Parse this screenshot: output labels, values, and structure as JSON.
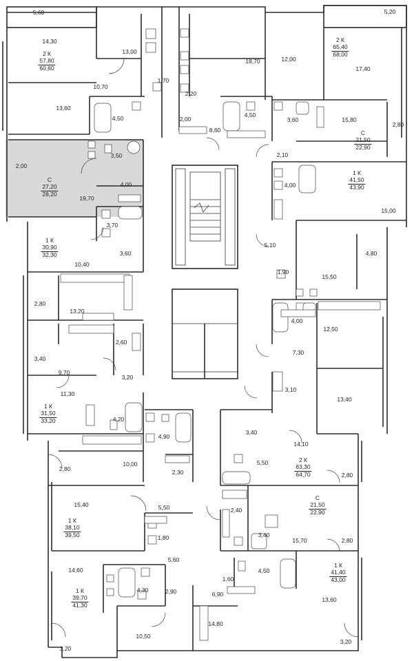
{
  "rooms": [
    {
      "id": "r1",
      "label": "5,60"
    },
    {
      "id": "r2",
      "label": "14,30"
    },
    {
      "id": "r3",
      "label": "13,00"
    },
    {
      "id": "r4",
      "label": "18,70"
    },
    {
      "id": "r5",
      "label": "12,00"
    },
    {
      "id": "r6",
      "label": "5,20"
    },
    {
      "id": "r7",
      "label": "17,40"
    },
    {
      "id": "r8",
      "label": "10,70"
    },
    {
      "id": "r9",
      "label": "1,70"
    },
    {
      "id": "r10",
      "label": "2,20"
    },
    {
      "id": "r11",
      "label": "13,60"
    },
    {
      "id": "r12",
      "label": "4,50"
    },
    {
      "id": "r13",
      "label": "2,00"
    },
    {
      "id": "r14",
      "label": "8,60"
    },
    {
      "id": "r15",
      "label": "4,50"
    },
    {
      "id": "r16",
      "label": "3,60"
    },
    {
      "id": "r17",
      "label": "15,80"
    },
    {
      "id": "r18",
      "label": "2,80"
    },
    {
      "id": "r19",
      "label": "2,10"
    },
    {
      "id": "r20",
      "label": "2,00"
    },
    {
      "id": "r21",
      "label": "3,50"
    },
    {
      "id": "r22",
      "label": "4,00"
    },
    {
      "id": "r23",
      "label": "19,70"
    },
    {
      "id": "r24",
      "label": "4,00"
    },
    {
      "id": "r25",
      "label": "15,00"
    },
    {
      "id": "r26",
      "label": "3,70"
    },
    {
      "id": "r27",
      "label": "3,60"
    },
    {
      "id": "r28",
      "label": "10,40"
    },
    {
      "id": "r29",
      "label": "5,10"
    },
    {
      "id": "r30",
      "label": "4,80"
    },
    {
      "id": "r31",
      "label": "1,90"
    },
    {
      "id": "r32",
      "label": "15,50"
    },
    {
      "id": "r33",
      "label": "2,80"
    },
    {
      "id": "r34",
      "label": "13,20"
    },
    {
      "id": "r35",
      "label": "4,00"
    },
    {
      "id": "r36",
      "label": "12,50"
    },
    {
      "id": "r37",
      "label": "2,60"
    },
    {
      "id": "r38",
      "label": "3,40"
    },
    {
      "id": "r39",
      "label": "7,30"
    },
    {
      "id": "r40",
      "label": "9,70"
    },
    {
      "id": "r41",
      "label": "3,20"
    },
    {
      "id": "r42",
      "label": "3,10"
    },
    {
      "id": "r43",
      "label": "11,30"
    },
    {
      "id": "r44",
      "label": "13,40"
    },
    {
      "id": "r45",
      "label": "4,20"
    },
    {
      "id": "r46",
      "label": "3,40"
    },
    {
      "id": "r47",
      "label": "4,90"
    },
    {
      "id": "r48",
      "label": "14,10"
    },
    {
      "id": "r49",
      "label": "10,00"
    },
    {
      "id": "r50",
      "label": "5,50"
    },
    {
      "id": "r51",
      "label": "2,80"
    },
    {
      "id": "r52",
      "label": "2,30"
    },
    {
      "id": "r53",
      "label": "2,80"
    },
    {
      "id": "r54",
      "label": "15,40"
    },
    {
      "id": "r55",
      "label": "5,50"
    },
    {
      "id": "r56",
      "label": "2,40"
    },
    {
      "id": "r57",
      "label": "1,80"
    },
    {
      "id": "r58",
      "label": "3,40"
    },
    {
      "id": "r59",
      "label": "15,70"
    },
    {
      "id": "r60",
      "label": "2,80"
    },
    {
      "id": "r61",
      "label": "5,60"
    },
    {
      "id": "r62",
      "label": "14,60"
    },
    {
      "id": "r63",
      "label": "4,30"
    },
    {
      "id": "r64",
      "label": "2,90"
    },
    {
      "id": "r65",
      "label": "1,60"
    },
    {
      "id": "r66",
      "label": "4,50"
    },
    {
      "id": "r67",
      "label": "6,90"
    },
    {
      "id": "r68",
      "label": "13,60"
    },
    {
      "id": "r69",
      "label": "14,80"
    },
    {
      "id": "r70",
      "label": "10,50"
    },
    {
      "id": "r71",
      "label": "3,20"
    },
    {
      "id": "r72",
      "label": "3,20"
    }
  ],
  "apartments": [
    {
      "id": "a1",
      "type": "2 К",
      "area_a": "57,80",
      "area_b": "60,60"
    },
    {
      "id": "a2",
      "type": "2 К",
      "area_a": "65,40",
      "area_b": "68,00"
    },
    {
      "id": "a3",
      "type": "С",
      "area_a": "21,50",
      "area_b": "22,90"
    },
    {
      "id": "a4",
      "type": "С",
      "area_a": "27,20",
      "area_b": "28,20"
    },
    {
      "id": "a5",
      "type": "1 К",
      "area_a": "41,50",
      "area_b": "43,90"
    },
    {
      "id": "a6",
      "type": "1 К",
      "area_a": "30,90",
      "area_b": "32,30"
    },
    {
      "id": "a7",
      "type": "1 К",
      "area_a": "31,50",
      "area_b": "33,20"
    },
    {
      "id": "a8",
      "type": "2 К",
      "area_a": "63,30",
      "area_b": "64,70"
    },
    {
      "id": "a9",
      "type": "С",
      "area_a": "21,50",
      "area_b": "22,90"
    },
    {
      "id": "a10",
      "type": "1 К",
      "area_a": "38,10",
      "area_b": "39,50"
    },
    {
      "id": "a11",
      "type": "1 К",
      "area_a": "39,70",
      "area_b": "41,30"
    },
    {
      "id": "a12",
      "type": "1 К",
      "area_a": "41,40",
      "area_b": "43,00"
    }
  ],
  "colors": {
    "highlight": "#d9d9d9",
    "walls": "#2b2b2b"
  }
}
